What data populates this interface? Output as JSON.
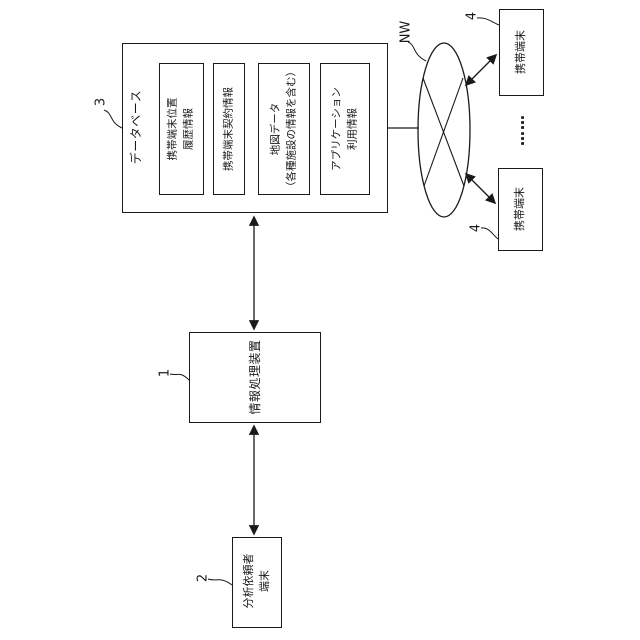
{
  "colors": {
    "line": "#1a1a1a",
    "background": "#ffffff"
  },
  "database": {
    "ref": "3",
    "label": "データベース",
    "stores": [
      {
        "line1": "携帯端末位置",
        "line2": "履歴情報"
      },
      {
        "line1": "携帯端末契約情報",
        "line2": ""
      },
      {
        "line1": "地図データ",
        "line2": "（各種施設の情報を含む）"
      },
      {
        "line1": "アプリケーション",
        "line2": "利用情報"
      }
    ]
  },
  "network": {
    "ref": "NW"
  },
  "processor": {
    "ref": "1",
    "label": "情報処理装置"
  },
  "requester": {
    "ref": "2",
    "line1": "分析依頼者",
    "line2": "端末"
  },
  "mobiles": {
    "top": {
      "ref": "4",
      "label": "携帯端末"
    },
    "bottom": {
      "ref": "4",
      "label": "携帯端末"
    },
    "ellipsis": "……"
  }
}
